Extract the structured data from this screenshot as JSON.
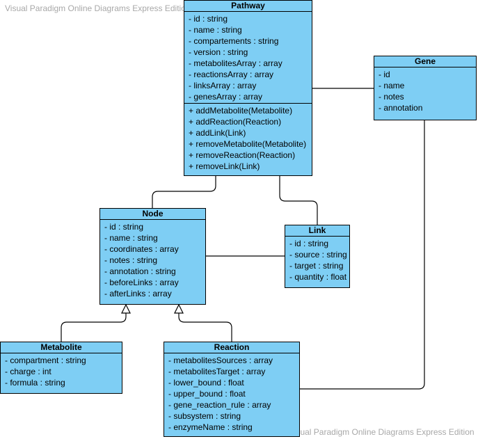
{
  "watermark": "Visual Paradigm Online Diagrams Express Edition",
  "classes": {
    "pathway": {
      "name": "Pathway",
      "attributes": [
        "- id : string",
        "- name : string",
        "- compartements : string",
        "- version : string",
        "- metabolitesArray : array",
        "- reactionsArray : array",
        "- linksArray : array",
        "- genesArray : array"
      ],
      "operations": [
        "+ addMetabolite(Metabolite)",
        "+ addReaction(Reaction)",
        "+ addLink(Link)",
        "+ removeMetabolite(Metabolite)",
        "+ removeReaction(Reaction)",
        "+ removeLink(Link)"
      ]
    },
    "gene": {
      "name": "Gene",
      "attributes": [
        "- id",
        "- name",
        "- notes",
        "- annotation"
      ]
    },
    "node": {
      "name": "Node",
      "attributes": [
        "- id : string",
        "- name : string",
        "- coordinates : array",
        "- notes : string",
        "- annotation : string",
        "- beforeLinks : array",
        "- afterLinks : array"
      ]
    },
    "link": {
      "name": "Link",
      "attributes": [
        "- id : string",
        "- source : string",
        "- target : string",
        "- quantity : float"
      ]
    },
    "metabolite": {
      "name": "Metabolite",
      "attributes": [
        "- compartment : string",
        "- charge : int",
        "- formula : string"
      ]
    },
    "reaction": {
      "name": "Reaction",
      "attributes": [
        "- metabolitesSources : array",
        "- metabolitesTarget : array",
        "- lower_bound : float",
        "- upper_bound : float",
        "- gene_reaction_rule : array",
        "- subsystem : string",
        "- enzymeName : string"
      ]
    }
  }
}
